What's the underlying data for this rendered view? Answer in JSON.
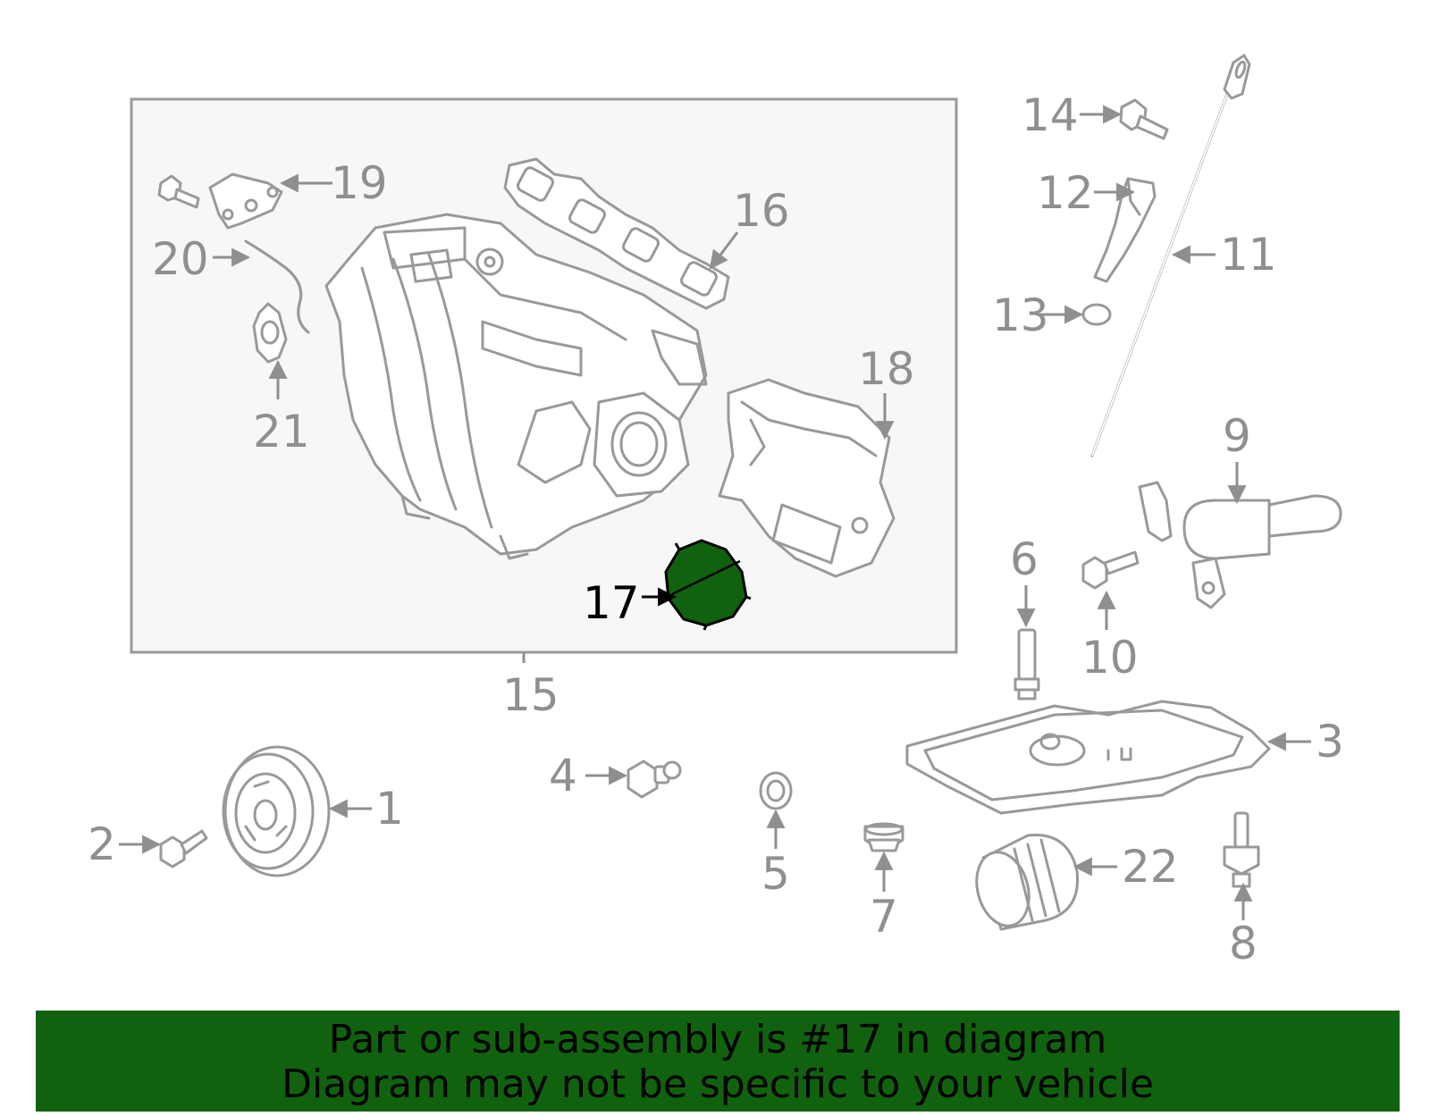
{
  "colors": {
    "highlight": "#11620e",
    "line": "#999999",
    "label": "#8f8f8f",
    "panel": "#f7f7f7"
  },
  "callouts": {
    "c1": "1",
    "c2": "2",
    "c3": "3",
    "c4": "4",
    "c5": "5",
    "c6": "6",
    "c7": "7",
    "c8": "8",
    "c9": "9",
    "c10": "10",
    "c11": "11",
    "c12": "12",
    "c13": "13",
    "c14": "14",
    "c15": "15",
    "c16": "16",
    "c17": "17",
    "c18": "18",
    "c19": "19",
    "c20": "20",
    "c21": "21",
    "c22": "22"
  },
  "highlighted_callout": "17",
  "banner": {
    "line1": "Part or sub-assembly is #17 in diagram",
    "line2": "Diagram may not be specific to your vehicle"
  }
}
